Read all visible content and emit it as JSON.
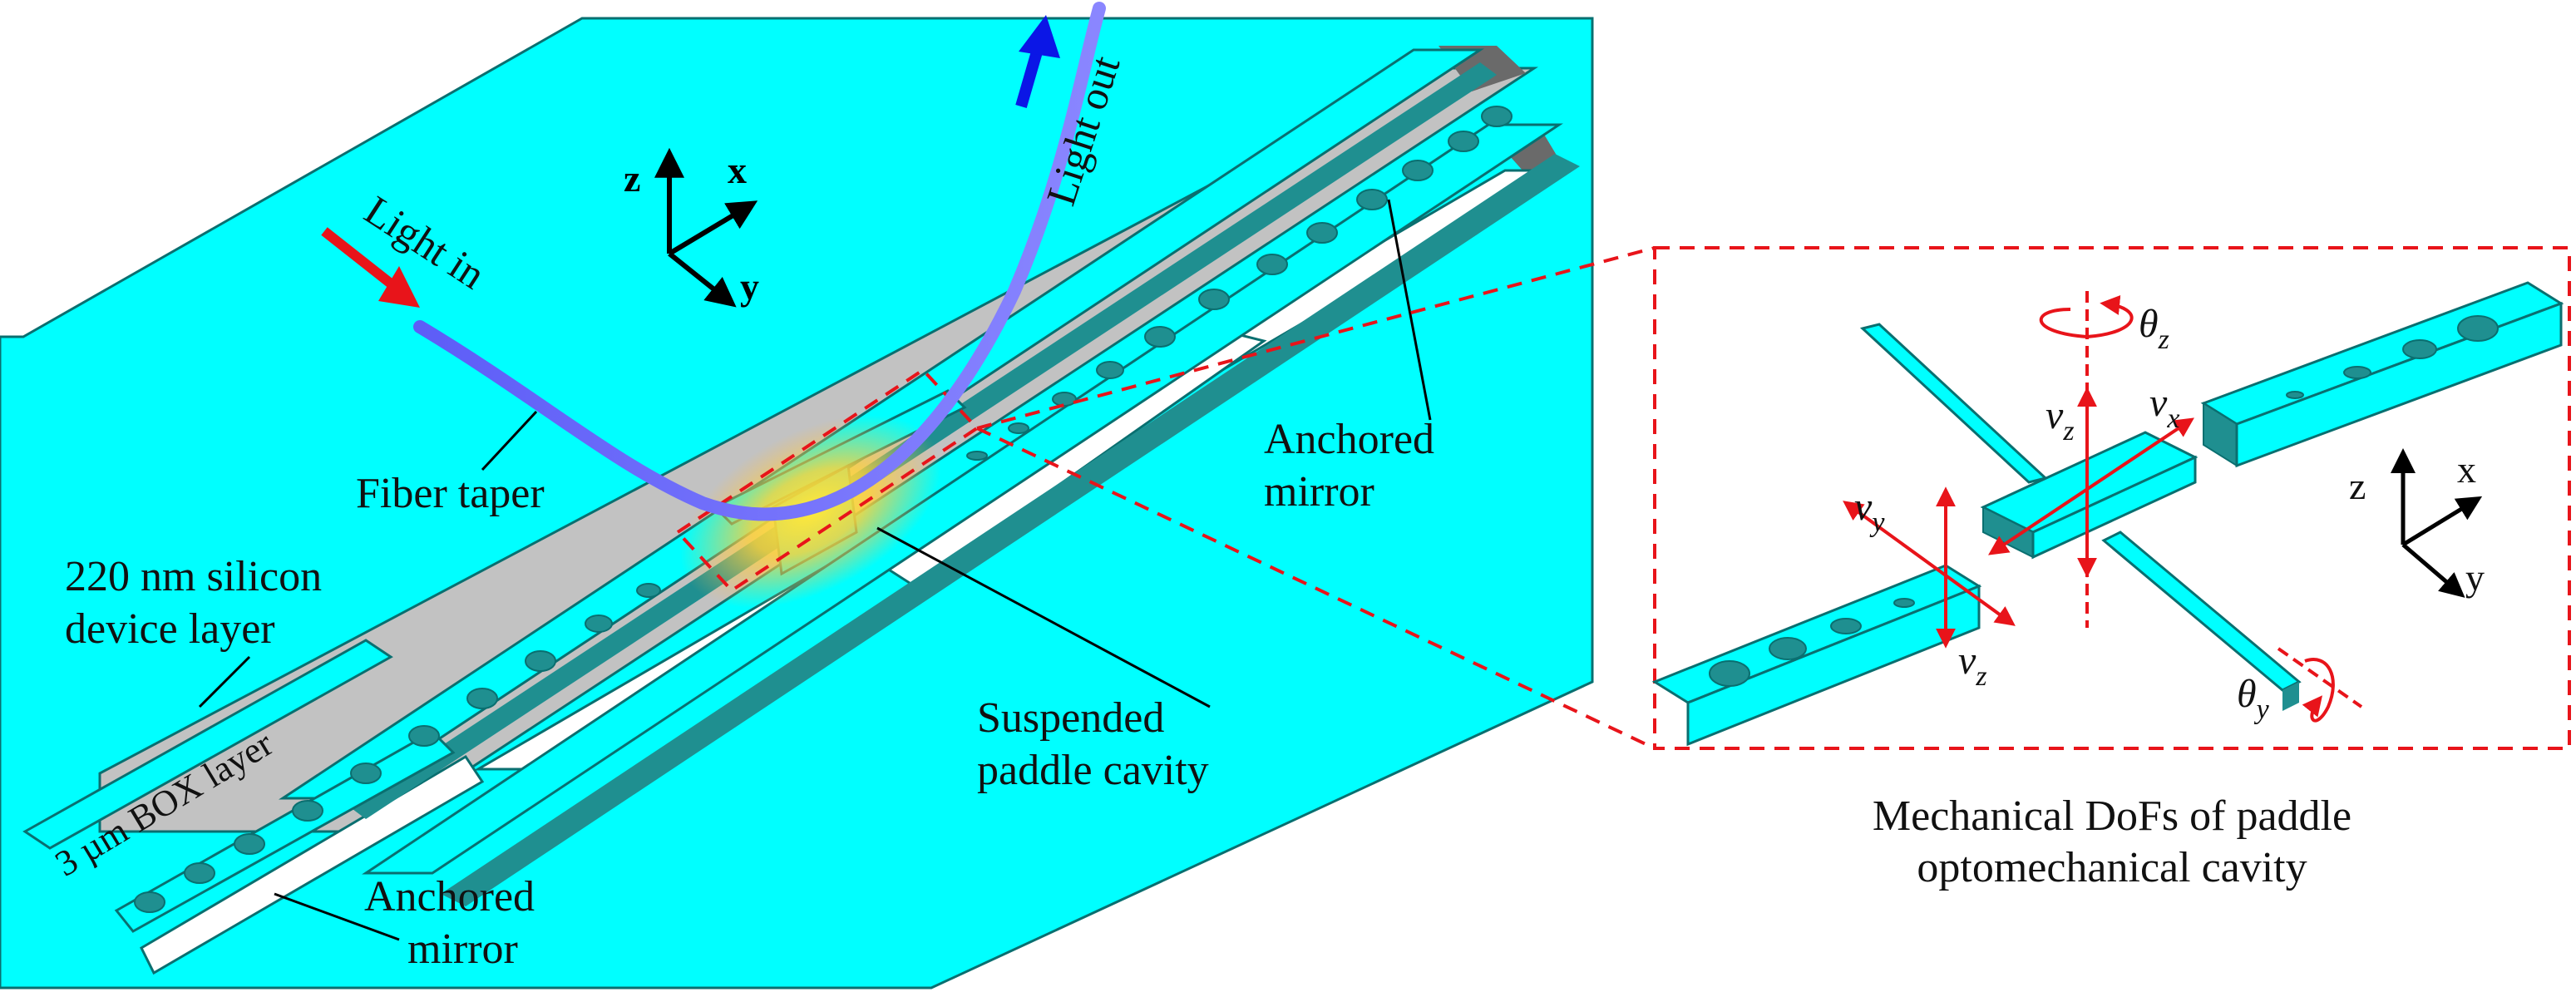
{
  "colors": {
    "substrate": "#00ffff",
    "silicon_dark": "#1f8f90",
    "box_gray": "#c2c2c2",
    "red_accent": "#e8141a",
    "fiber": "#6f6cf4",
    "arrow_out": "#0b16e6"
  },
  "left_panel": {
    "light_in": "Light in",
    "light_out": "Light out",
    "fiber_taper": "Fiber taper",
    "device_layer_line1": "220 nm silicon",
    "device_layer_line2": "device layer",
    "box_layer": "3 µm BOX layer",
    "anchored_mirror_top_line1": "Anchored",
    "anchored_mirror_top_line2": "mirror",
    "anchored_mirror_bottom_line1": "Anchored",
    "anchored_mirror_bottom_line2": "mirror",
    "suspended_line1": "Suspended",
    "suspended_line2": "paddle cavity",
    "axes": {
      "z": "z",
      "x": "x",
      "y": "y"
    }
  },
  "right_panel": {
    "axes": {
      "z": "z",
      "x": "x",
      "y": "y"
    },
    "dofs": {
      "theta_z": {
        "sym": "θ",
        "sub": "z"
      },
      "v_z_top": {
        "sym": "v",
        "sub": "z"
      },
      "v_x": {
        "sym": "v",
        "sub": "x"
      },
      "v_y": {
        "sym": "v",
        "sub": "y"
      },
      "v_z_bottom": {
        "sym": "v",
        "sub": "z"
      },
      "theta_y": {
        "sym": "θ",
        "sub": "y"
      }
    },
    "caption_line1": "Mechanical DoFs of paddle",
    "caption_line2": "optomechanical cavity"
  }
}
